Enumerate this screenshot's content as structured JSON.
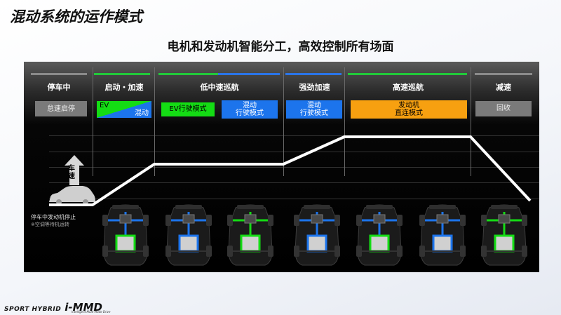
{
  "slide_title": "混动系统的运作模式",
  "subtitle": "电机和发动机智能分工，高效控制所有场面",
  "phases": [
    {
      "label": "停车中",
      "bar_color": "#8a8a8a"
    },
    {
      "label": "启动・加速",
      "bar_color": "#22c83a"
    },
    {
      "label": "低中速巡航",
      "bar_color": "#22c83a"
    },
    {
      "label": "强劲加速",
      "bar_color": "#2a74e8"
    },
    {
      "label": "高速巡航",
      "bar_color": "#f0a020"
    },
    {
      "label": "减速",
      "bar_color": "#8a8a8a"
    }
  ],
  "modes": {
    "idle_stop": "怠速启停",
    "ev": "EV",
    "hybrid": "混动",
    "ev_drive": "EV行驶模式",
    "hybrid_drive_1": "混动",
    "hybrid_drive_2": "行驶模式",
    "engine_direct_1": "发动机",
    "engine_direct_2": "直连模式",
    "regen": "回收"
  },
  "speed_label": "车速",
  "stop_note": "停车中发动机停止",
  "stop_note_small": "※空调等待机运转",
  "car_diagrams": [
    {
      "flow": "blue-green"
    },
    {
      "flow": "blue"
    },
    {
      "flow": "green"
    },
    {
      "flow": "blue"
    },
    {
      "flow": "blue-green"
    },
    {
      "flow": "blue"
    },
    {
      "flow": "green"
    }
  ],
  "colors": {
    "ev_green": "#14dc14",
    "hybrid_blue": "#1c74ec",
    "engine_orange": "#f7a010",
    "regen_gray": "#7a7a7a",
    "speed_line": "#ffffff"
  },
  "logo": {
    "prefix": "SPORT HYBRID",
    "name": "i-MMD",
    "tagline": "Intelligent Multi-Mode Drive"
  }
}
